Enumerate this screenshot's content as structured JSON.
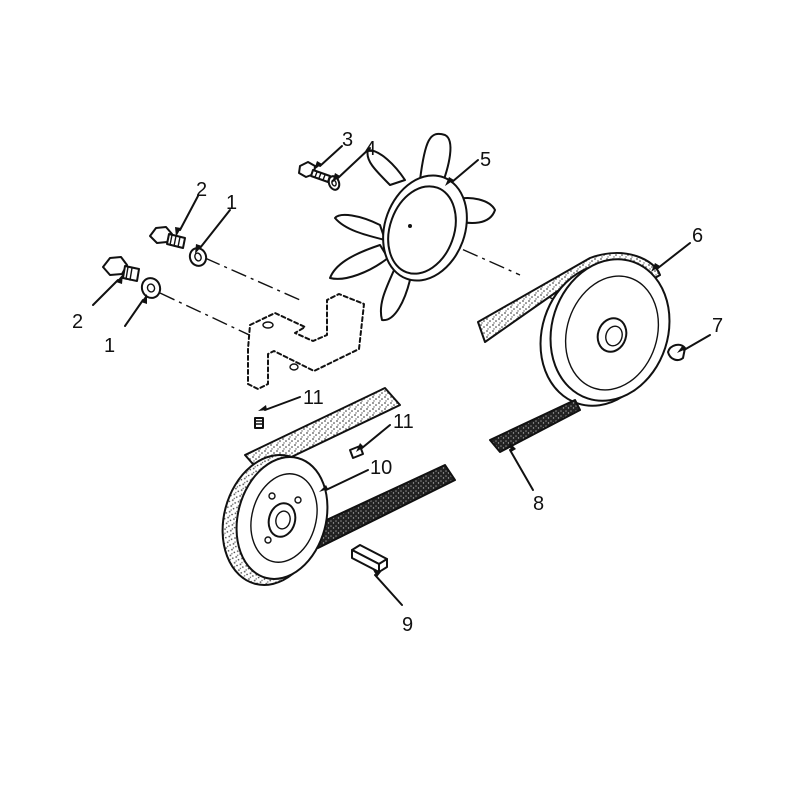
{
  "callouts": [
    {
      "id": "c3",
      "text": "3"
    },
    {
      "id": "c4",
      "text": "4"
    },
    {
      "id": "c5",
      "text": "5"
    },
    {
      "id": "c2a",
      "text": "2"
    },
    {
      "id": "c1a",
      "text": "1"
    },
    {
      "id": "c6",
      "text": "6"
    },
    {
      "id": "c2b",
      "text": "2"
    },
    {
      "id": "c1b",
      "text": "1"
    },
    {
      "id": "c7",
      "text": "7"
    },
    {
      "id": "c11a",
      "text": "11"
    },
    {
      "id": "c11b",
      "text": "11"
    },
    {
      "id": "c10",
      "text": "10"
    },
    {
      "id": "c8",
      "text": "8"
    },
    {
      "id": "c9",
      "text": "9"
    }
  ],
  "colors": {
    "line": "#111111",
    "background": "#ffffff",
    "belt_speckle": "#7a7a7a"
  }
}
